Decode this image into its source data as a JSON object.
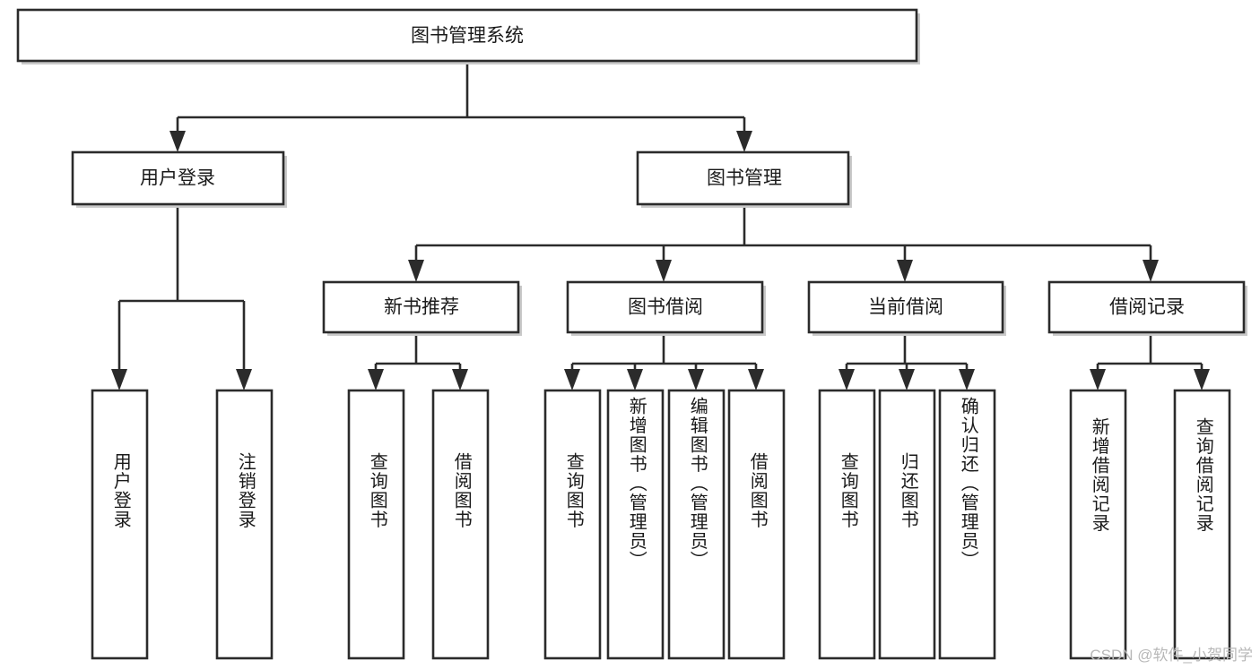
{
  "diagram": {
    "title": "图书管理系统",
    "type": "tree-hierarchy",
    "root": {
      "label": "图书管理系统"
    },
    "level2": [
      {
        "label": "用户登录"
      },
      {
        "label": "图书管理"
      }
    ],
    "level3": [
      {
        "label": "新书推荐"
      },
      {
        "label": "图书借阅"
      },
      {
        "label": "当前借阅"
      },
      {
        "label": "借阅记录"
      }
    ],
    "leaves_user_login": [
      {
        "label": "用户登录"
      },
      {
        "label": "注销登录"
      }
    ],
    "leaves_new_book": [
      {
        "label": "查询图书"
      },
      {
        "label": "借阅图书"
      }
    ],
    "leaves_borrow": [
      {
        "label": "查询图书"
      },
      {
        "label": "新增图书（管理员）"
      },
      {
        "label": "编辑图书（管理员）"
      },
      {
        "label": "借阅图书"
      }
    ],
    "leaves_current": [
      {
        "label": "查询图书"
      },
      {
        "label": "归还图书"
      },
      {
        "label": "确认归还（管理员）"
      }
    ],
    "leaves_record": [
      {
        "label": "新增借阅记录"
      },
      {
        "label": "查询借阅记录"
      }
    ]
  },
  "watermark": {
    "text": "CSDN @软件_小贺同学"
  },
  "colors": {
    "stroke": "#2b2b2b",
    "fill": "#ffffff",
    "text": "#1a1a1a",
    "watermark": "#b8b8b8",
    "shadow": "#c9c9c9"
  }
}
